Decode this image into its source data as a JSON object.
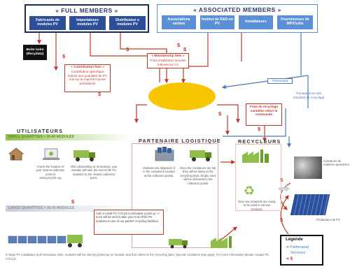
{
  "colors": {
    "full_members_border": "#1a2a5e",
    "full_members_fill": "#2d4f9a",
    "associated_border": "#5b8fd6",
    "associated_fill": "#5b8fd6",
    "money_red": "#c0392b",
    "center_ellipse": "#f7c600",
    "partner_blue": "#4a78b8",
    "band_green": "#8fbf4a",
    "band_gray": "#c9cfd6"
  },
  "full_members": {
    "title": "« FULL MEMBERS »",
    "boxes": [
      "Fabricants de modules PV",
      "Importateurs modules PV",
      "Distributeur s modules PV"
    ]
  },
  "associated_members": {
    "title": "« ASSOCIATED MEMBERS »",
    "boxes": [
      "Associations variées",
      "Institut de R&D en PV",
      "Installateurs",
      "Fournisseurs de MP/Outils"
    ]
  },
  "boite_noire": "Boite noire (Recydata)",
  "contribution_fees": {
    "title": "« Contribution fees »",
    "body": "Contribution spécifique indexé aux quantités de PV mis sur le marché l'année précédente"
  },
  "membership_fees": {
    "title": "« Membership fees »",
    "body": "Frais d'adhésion annuels indexés au CA"
  },
  "partenariat": "Partenariat",
  "transparence": "Transparence des résultats de recyclage",
  "frais_recyclage": "Frais de recyclage variables selon la commande",
  "dollar": "$",
  "utilisateurs": "UTILISATEURS",
  "partenaire": "PARTENAIRE LOGISTIQUE",
  "recycleurs": "RECYCLEURS",
  "small_band": "SMALL QUANTITIES > 30-40 MODULES",
  "large_band": "LARGE QUANTITIES > 30-40 MODULES",
  "step_texts": [
    "Check the location of your closest collection point at www.pvcycle.org",
    "After dismantling or renovation, your installer will take the end-of-life PV modules to the closest collection point.",
    "Modules are disposed of in the containers located at the collection points.",
    "Once the containers are full, they will be taken to the recycling plant. Empty ones will be delivered to the collection points.",
    "New raw materials are ready to be used in various products."
  ],
  "large_callout": "Call or email PV CYCLE to schedule a pick up. A truck will be sent to take your end-of-life PV modules to one of our partner recycling facilities.",
  "footer": "In large PV installation and renovation sites, modules will be directly picked up on location and then taken to the recycling plant. Special conditions may apply. For more information please contact PV CYCLE.",
  "acheteurs": "Acheteurs de matières premières",
  "producteur": "Producteur de PV",
  "legend": {
    "title": "Légende",
    "items": [
      "Partenariat",
      "Services",
      "$"
    ]
  }
}
